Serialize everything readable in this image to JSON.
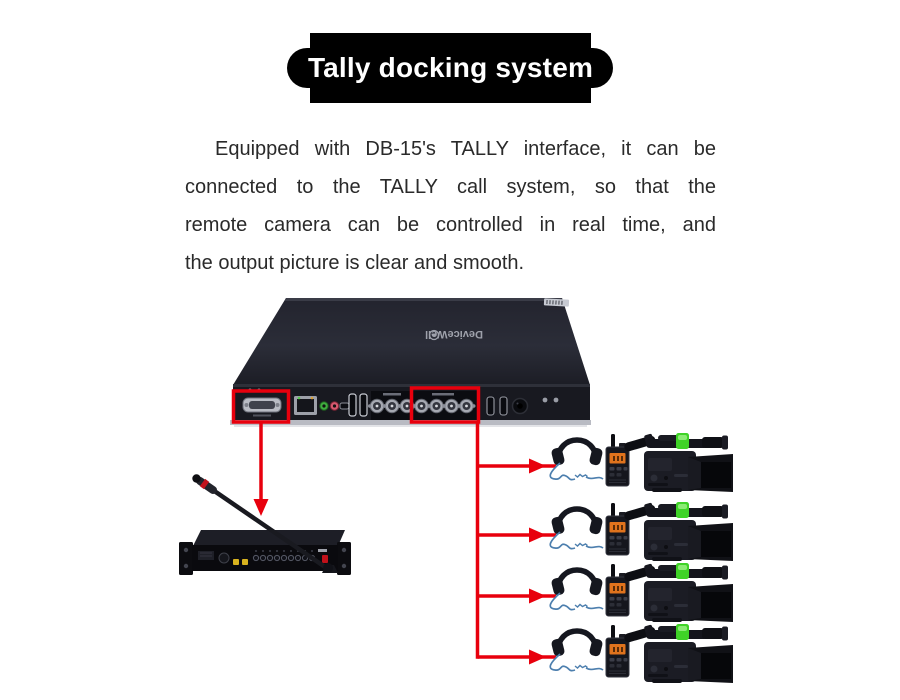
{
  "banner": {
    "title": "Tally docking system"
  },
  "description": {
    "text": "Equipped with DB-15's TALLY interface, it can be connected to the TALLY call system, so that the remote camera can be controlled in real time, and the output picture is clear and smooth.",
    "lines": [
      "Equipped with DB-15's TALLY interface, it can be",
      "connected to the TALLY call system, so that the",
      "remote camera can be controlled in real time, and",
      "the output picture is clear and smooth."
    ]
  },
  "diagram": {
    "switcher": {
      "brand": "DeviceWell",
      "view": "rear-panel",
      "bnc_connector_count": 7,
      "highlighted_port_groups": 2
    },
    "annotation_color": "#e8000d",
    "highlight_boxes": [
      "db15-tally-port",
      "sdi-bnc-ports"
    ],
    "intercom": "rack-intercom-base-station-with-gooseneck-mic",
    "crew_rows": {
      "count": 4,
      "icons": [
        "headset-icon",
        "walkie-talkie-icon",
        "camcorder-icon"
      ],
      "tally_light_color": "#3fd327",
      "walkie_screen_color": "#e0731d",
      "headset_cable_color": "#4d7fae"
    }
  }
}
